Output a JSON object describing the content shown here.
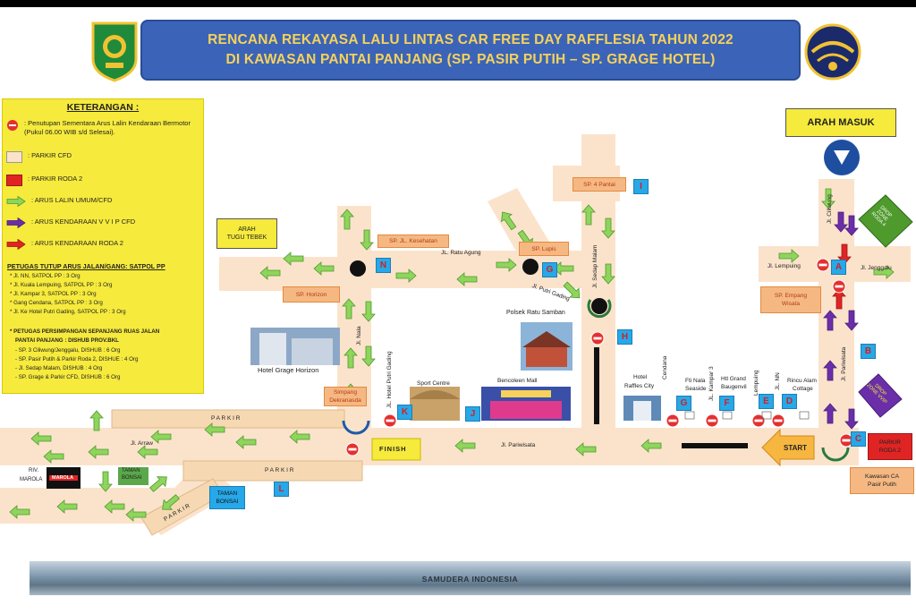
{
  "title": {
    "line1": "RENCANA REKAYASA LALU LINTAS CAR FREE DAY RAFFLESIA TAHUN 2022",
    "line2": "DI KAWASAN PANTAI PANJANG (SP. PASIR PUTIH – SP. GRAGE HOTEL)"
  },
  "legend": {
    "heading": "KETERANGAN :",
    "closure": ": Penutupan Sementara Arus Lalin Kendaraan Bermotor (Pukul 06.00 WIB s/d Selesai).",
    "parkir_cfd": ": PARKIR CFD",
    "parkir_roda2": ": PARKIR RODA 2",
    "arus_umum": ": ARUS LALIN UMUM/CFD",
    "arus_vvip": ": ARUS KENDARAAN  V V I P  CFD",
    "arus_roda2": ": ARUS KENDARAAN RODA 2",
    "satpol_heading": "PETUGAS TUTUP ARUS JALAN/GANG: SATPOL PP",
    "satpol": [
      "* Jl. NN, SATPOL PP : 3 Org",
      "* Jl. Kuala Lempuing, SATPOL PP : 3 Org",
      "* Jl. Kampar 3, SATPOL PP : 3 Org",
      "* Gang Cendana, SATPOL PP : 3 Org",
      "* Jl. Ke Hotel Putri Gading, SATPOL PP : 3 Org"
    ],
    "dishub_heading_1": "*  PETUGAS PERSIMPANGAN SEPANJANG RUAS JALAN",
    "dishub_heading_2": "PANTAI PANJANG : DISHUB PROV.BKL",
    "dishub": [
      "- SP. 3 Ciliwung/Jenggalu, DISHUB : 6 Org",
      "- SP. Pasir Putih & Parkir Roda 2,  DISHUE : 4 Org",
      "- Jl. Sedap Malam, DISHUB : 4 Org",
      "- SP. Grage & Parkir CFD, DISHUB : 6 Org"
    ]
  },
  "labels": {
    "arah_masuk": "ARAH MASUK",
    "arah_tugu_1": "ARAH",
    "arah_tugu_2": "TUGU TEBEK",
    "sp_kesehatan": "SP. JL. Kesehatan",
    "jl_ratu_agung": "JL. Ratu Agung",
    "sp_lupis": "SP. Lupis",
    "sp_4_pantai": "SP. 4 Pantai",
    "jl_putri_gading": "Jl. Putri Gading",
    "sp_horizon": "SP. Horizon",
    "polsek": "Polsek Ratu Samban",
    "jl_nala": "Jl. Nala",
    "jl_sedap_malam": "Jl. Sedap Malam",
    "jl_hotel_putri_gading": "JL. Hotel Putri Gading",
    "hotel_grage_horizon": "Hotel Grage Horizon",
    "simpang_dekranasda_1": "Simpang",
    "simpang_dekranasda_2": "Dekranasda",
    "sport_centre": "Sport Centre",
    "bencoleen_mall": "Bencoleen Mall",
    "hotel_raffles_1": "Hotel",
    "hotel_raffles_2": "Raffles City",
    "cendana": "Cendana",
    "fti_nala_1": "Fti Nala",
    "fti_nala_2": "Seaside",
    "jl_kampar3": "JL. Kampar 3",
    "htl_grand_1": "Htl Grand",
    "htl_grand_2": "Baugenvil",
    "lempuing": "Lempuing",
    "jl_nn": "JL. NN",
    "rinco_1": "Rincu Alam",
    "rinco_2": "Cottage",
    "jl_ciliwung": "Jl. Ciliwung",
    "drop_zone_roda4": "DROP ZONE RODA 4",
    "jl_lempuing": "Jl. Lempuing",
    "jl_jenggalu": "Jl. Jenggalu",
    "sp_empang_1": "SP. Empang",
    "sp_empang_2": "Wisata",
    "jl_pariwisata_r": "Jl. Pariwisata",
    "drop_zone_vvip": "DROP ZONE VVIP",
    "parkir_roda2_box_1": "PARKIR",
    "parkir_roda2_box_2": "RODA 2",
    "kawasan_1": "Kawasan CA",
    "kawasan_2": "Pasir Putih",
    "start": "START",
    "finish": "FINISH",
    "jl_pariwisata": "Jl. Pariwisata",
    "jl_arraw": "Jl. Arraw",
    "parkir_top": "P A R K I R",
    "parkir_mid": "P A R K I R",
    "parkir_diag": "P A R K I R",
    "taman_bonsai_1": "TAMAN",
    "taman_bonsai_2": "BONSAI",
    "taman_small_1": "TAMAN",
    "taman_small_2": "BONSAI",
    "riv_marola_1": "RIV.",
    "riv_marola_2": "MAROLA",
    "marola_logo": "MAROLA",
    "samudera": "SAMUDERA INDONESIA"
  },
  "badges": {
    "A": "A",
    "B": "B",
    "C": "C",
    "D": "D",
    "E": "E",
    "F": "F",
    "G1": "G",
    "G2": "G",
    "H": "H",
    "I": "I",
    "J": "J",
    "K": "K",
    "L": "L",
    "N": "N"
  },
  "colors": {
    "road": "#fbe3cb",
    "arrow_green": "#8fd45c",
    "arrow_purple": "#6a2fa8",
    "arrow_red": "#e02424",
    "badge": "#27a8e8",
    "legend_bg": "#f6ea3c",
    "title_bg": "#3b64b8",
    "title_text": "#f6d25b"
  }
}
